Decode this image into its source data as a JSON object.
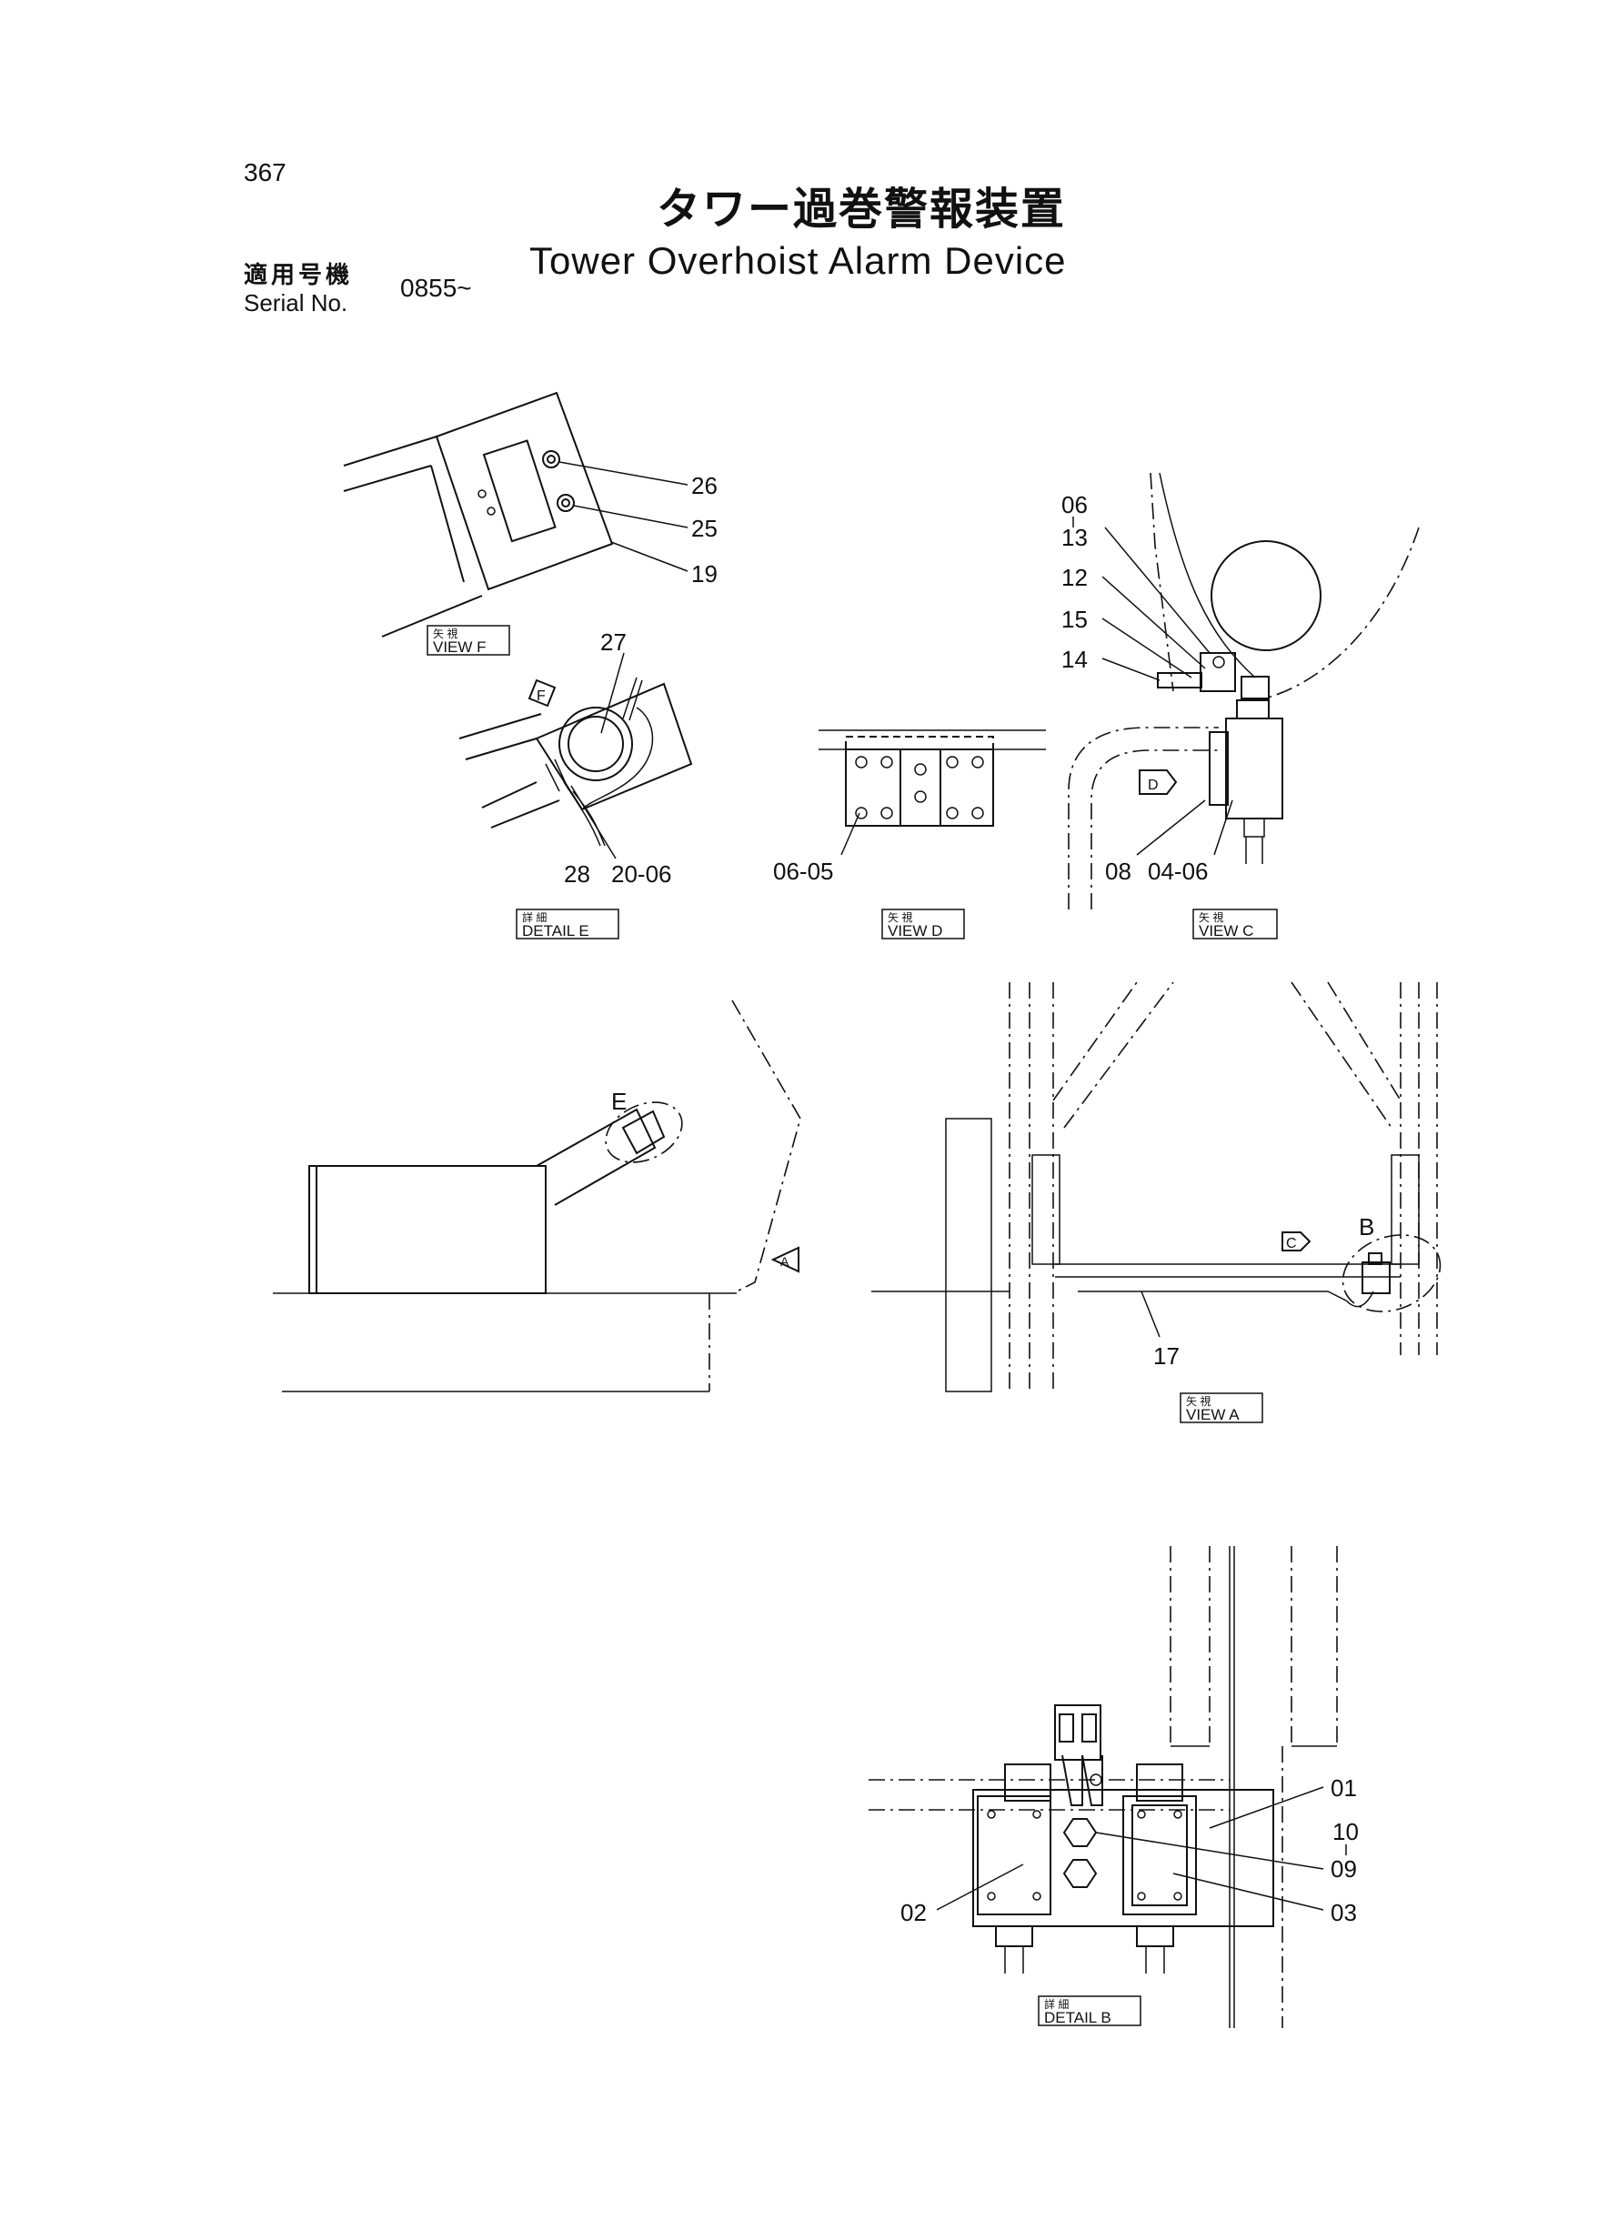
{
  "page_number": "367",
  "title_jp": "タワー過巻警報装置",
  "title_en": "Tower Overhoist Alarm Device",
  "serial": {
    "label_jp": "適用号機",
    "label_en": "Serial No.",
    "value": "0855~"
  },
  "views": {
    "view_f": {
      "label_jp": "矢 視",
      "label_en": "VIEW  F"
    },
    "detail_e": {
      "label_jp": "詳 細",
      "label_en": "DETAIL  E"
    },
    "view_d": {
      "label_jp": "矢 視",
      "label_en": "VIEW  D"
    },
    "view_c": {
      "label_jp": "矢 視",
      "label_en": "VIEW  C"
    },
    "view_a": {
      "label_jp": "矢 視",
      "label_en": "VIEW  A"
    },
    "detail_b": {
      "label_jp": "詳 細",
      "label_en": "DETAIL  B"
    }
  },
  "view_markers": {
    "f": "F",
    "d": "D",
    "c": "C",
    "a": "A",
    "e": "E",
    "b": "B"
  },
  "part_labels": {
    "p26": "26",
    "p25": "25",
    "p19": "19",
    "p27": "27",
    "p28": "28",
    "p20_06": "20-06",
    "p06_05": "06-05",
    "p06": "06",
    "p13": "13",
    "p12": "12",
    "p15": "15",
    "p14": "14",
    "p08": "08",
    "p04_06": "04-06",
    "p17": "17",
    "p01": "01",
    "p10": "10",
    "p09": "09",
    "p02": "02",
    "p03": "03"
  }
}
